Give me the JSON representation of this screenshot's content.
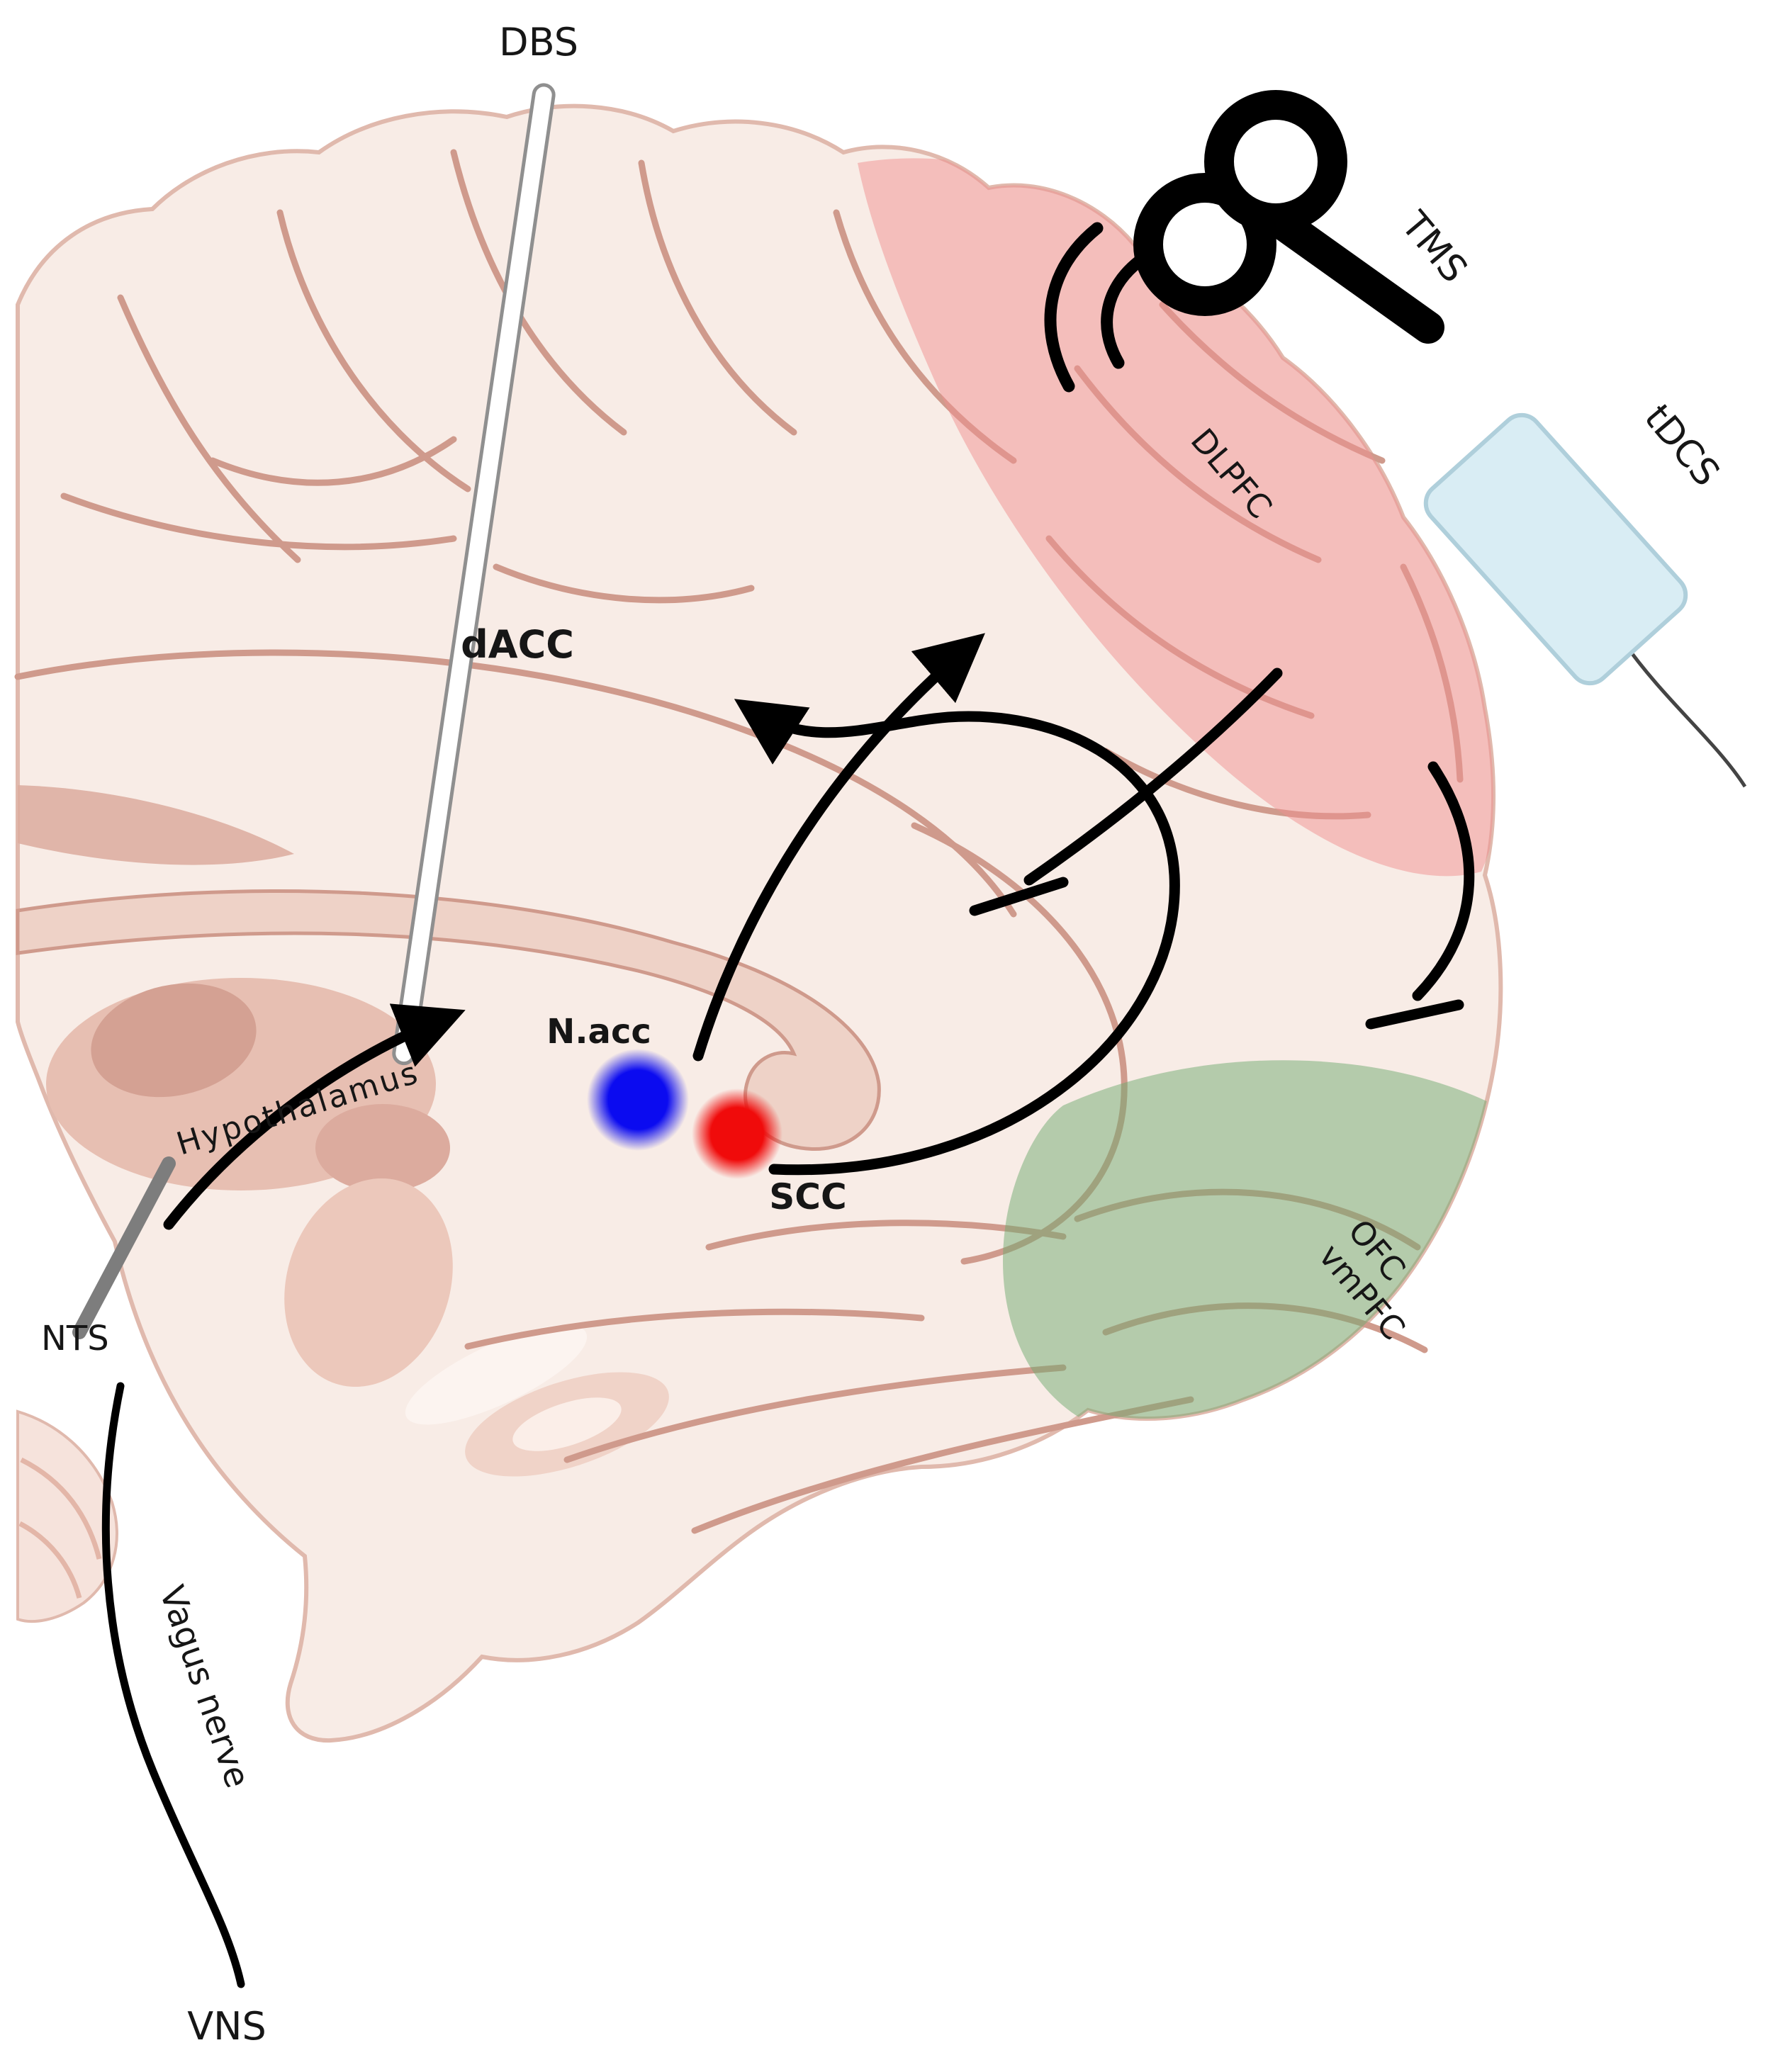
{
  "figure": {
    "labels": {
      "dbs": "DBS",
      "tms": "TMS",
      "tdcs": "tDCS",
      "dlpfc": "DLPFC",
      "dacc": "dACC",
      "nacc": "N.acc",
      "scc": "SCC",
      "ofc": "OFC",
      "vmpfc": "vmPFC",
      "hypothalamus": "Hypothalamus",
      "nts": "NTS",
      "vagus_nerve": "Vagus nerve",
      "vns": "VNS"
    },
    "colors": {
      "red_label": "#ee1111",
      "blue_label": "#1a12e8",
      "nacc_dot": "#0b0bf0",
      "scc_dot": "#f00b0b",
      "dlpfc_overlay": "#f08f8f",
      "ofc_overlay": "#6faa6f",
      "tdcs_pad": "#d9edf4",
      "arrow": "#000000"
    }
  }
}
